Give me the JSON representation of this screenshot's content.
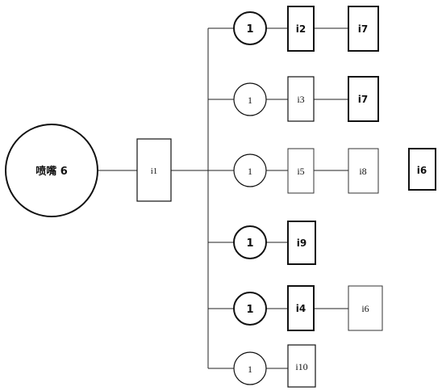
{
  "nozzle": {
    "label": "喷嘴 6"
  },
  "hub": {
    "label": "i1"
  },
  "branches": [
    {
      "circle": "1",
      "first": "i2",
      "second": "i7"
    },
    {
      "circle": "1",
      "first": "i3",
      "second": "i7"
    },
    {
      "circle": "1",
      "first": "i5",
      "second": "i8",
      "third": "i6"
    },
    {
      "circle": "1",
      "first": "i9"
    },
    {
      "circle": "1",
      "first": "i4",
      "second": "i6"
    },
    {
      "circle": "1",
      "first": "i10"
    }
  ]
}
